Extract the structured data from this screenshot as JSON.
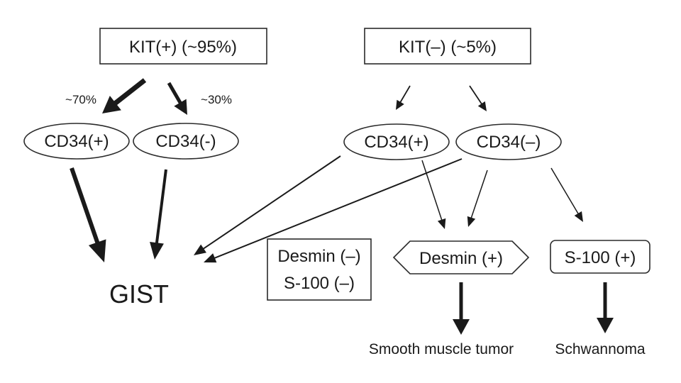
{
  "diagram": {
    "nodes": {
      "kit_pos": "KIT(+) (~95%)",
      "kit_neg": "KIT(–) (~5%)",
      "cd34_pos_left": "CD34(+)",
      "cd34_neg_left": "CD34(-)",
      "cd34_pos_right": "CD34(+)",
      "cd34_neg_right": "CD34(–)",
      "desmin_s100_neg_line1": "Desmin (–)",
      "desmin_s100_neg_line2": "S-100 (–)",
      "desmin_pos": "Desmin (+)",
      "s100_pos": "S-100 (+)",
      "gist": "GIST",
      "smooth_muscle_tumor": "Smooth muscle tumor",
      "schwannoma": "Schwannoma"
    },
    "edge_labels": {
      "kit_pos_to_cd34_pos": "~70%",
      "kit_pos_to_cd34_neg": "~30%"
    },
    "colors": {
      "line": "#1a1a1a",
      "box_border": "#2a2a2a",
      "background": "#ffffff"
    }
  }
}
